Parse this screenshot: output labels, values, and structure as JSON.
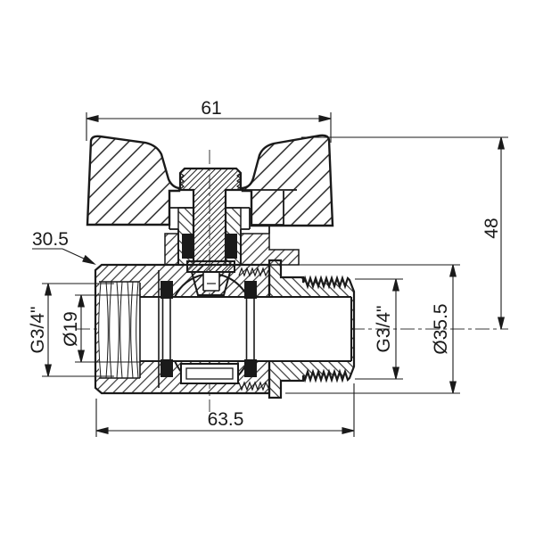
{
  "drawing": {
    "kind": "ball-valve-section-technical-drawing",
    "colors": {
      "line": "#1a1a1a",
      "background": "#ffffff"
    }
  },
  "dims": {
    "handle_width": "61",
    "height": "48",
    "nut_size": "30.5",
    "female_thread": "G3/4\"",
    "bore": "Ø19",
    "male_thread": "G3/4\"",
    "outer_diameter": "Ø35.5",
    "body_length": "63.5"
  }
}
